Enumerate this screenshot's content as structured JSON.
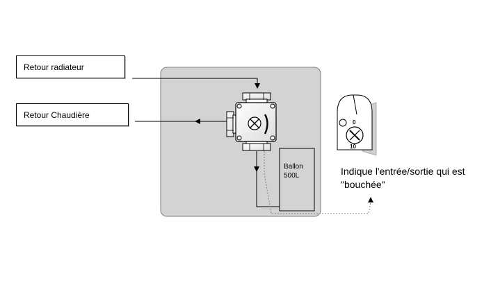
{
  "labels": {
    "retour_radiateur": "Retour radiateur",
    "retour_chaudiere": "Retour Chaudière"
  },
  "tank": {
    "line1": "Ballon",
    "line2": "500L"
  },
  "knob": {
    "min": "0",
    "max": "10"
  },
  "note": "Indique l'entrée/sortie qui est \"bouchée\"",
  "colors": {
    "panel": "#d3d3d3",
    "panel_border": "#7f7f7f",
    "line": "#000000",
    "dotted": "#7f7f7f"
  }
}
